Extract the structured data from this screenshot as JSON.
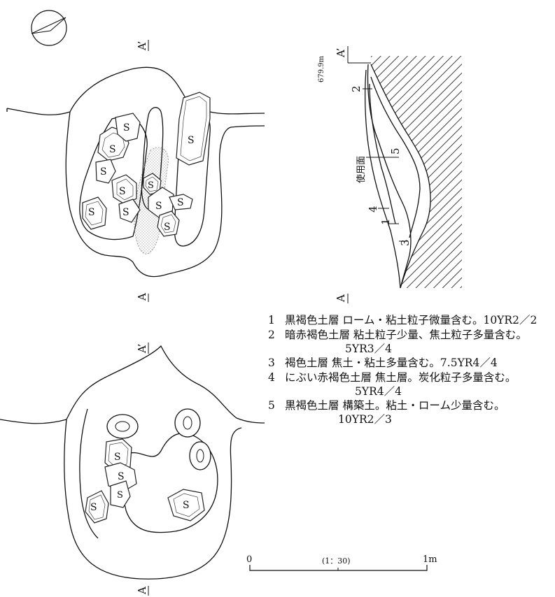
{
  "plan_upper": {
    "section_label_top": "A’",
    "section_label_bottom": "A",
    "stone_label": "S"
  },
  "plan_lower": {
    "section_label_top": "A’",
    "section_label_bottom": "A",
    "stone_label": "S"
  },
  "section": {
    "elevation": "679.9m",
    "label_top": "A’",
    "label_bottom": "A",
    "use_surface": "使用面",
    "layer_numbers": [
      "1",
      "2",
      "3",
      "4",
      "5"
    ]
  },
  "legend": [
    {
      "num": "1",
      "text": "黒褐色土層 ローム・粘土粒子微量含む。10YR2／2",
      "cont": ""
    },
    {
      "num": "2",
      "text": "暗赤褐色土層 粘土粒子少量、焦土粒子多量含む。",
      "cont": "5YR3／4"
    },
    {
      "num": "3",
      "text": "褐色土層 焦土・粘土多量含む。7.5YR4／4",
      "cont": ""
    },
    {
      "num": "4",
      "text": "にぶい赤褐色土層 焦土層。炭化粒子多量含む。",
      "cont": "5YR4／4"
    },
    {
      "num": "5",
      "text": "黒褐色土層 構築土。粘土・ローム少量含む。",
      "cont": "10YR2／3"
    }
  ],
  "scale": {
    "start": "0",
    "ratio": "(1：30)",
    "end": "1m"
  }
}
